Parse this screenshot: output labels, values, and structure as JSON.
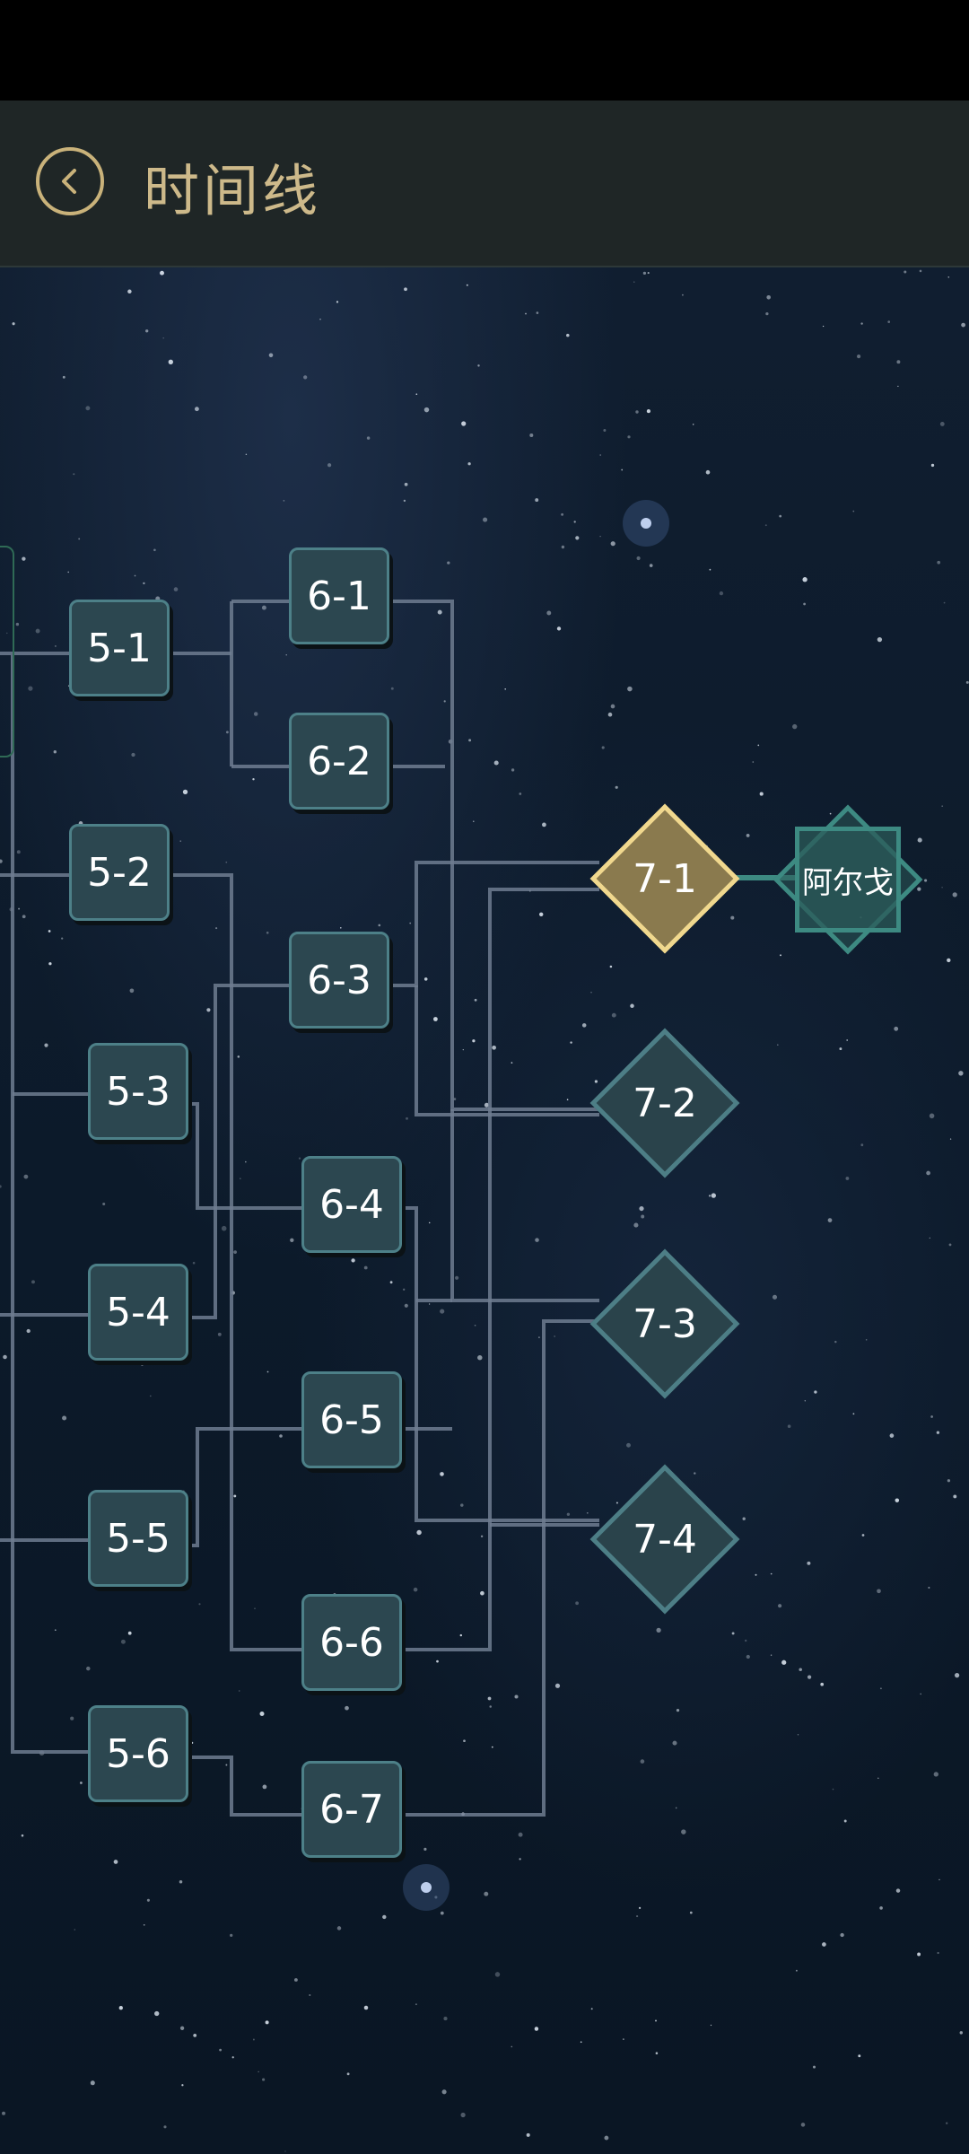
{
  "header": {
    "title": "时间线"
  },
  "chapters": {
    "ch5": [
      "5-1",
      "5-2",
      "5-3",
      "5-4",
      "5-5",
      "5-6"
    ],
    "ch6": [
      "6-1",
      "6-2",
      "6-3",
      "6-4",
      "6-5",
      "6-6",
      "6-7"
    ],
    "ch7": [
      "7-1",
      "7-2",
      "7-3",
      "7-4"
    ],
    "boss": "阿尔戈"
  },
  "current_node": "7-1",
  "colors": {
    "accent_gold": "#f0d88e",
    "node_fill": "#2c4750",
    "node_border": "#4d8088",
    "boss_border": "#3d8a82",
    "line": "#6f7c90"
  },
  "icons": {
    "back": "chevron-left-icon"
  }
}
